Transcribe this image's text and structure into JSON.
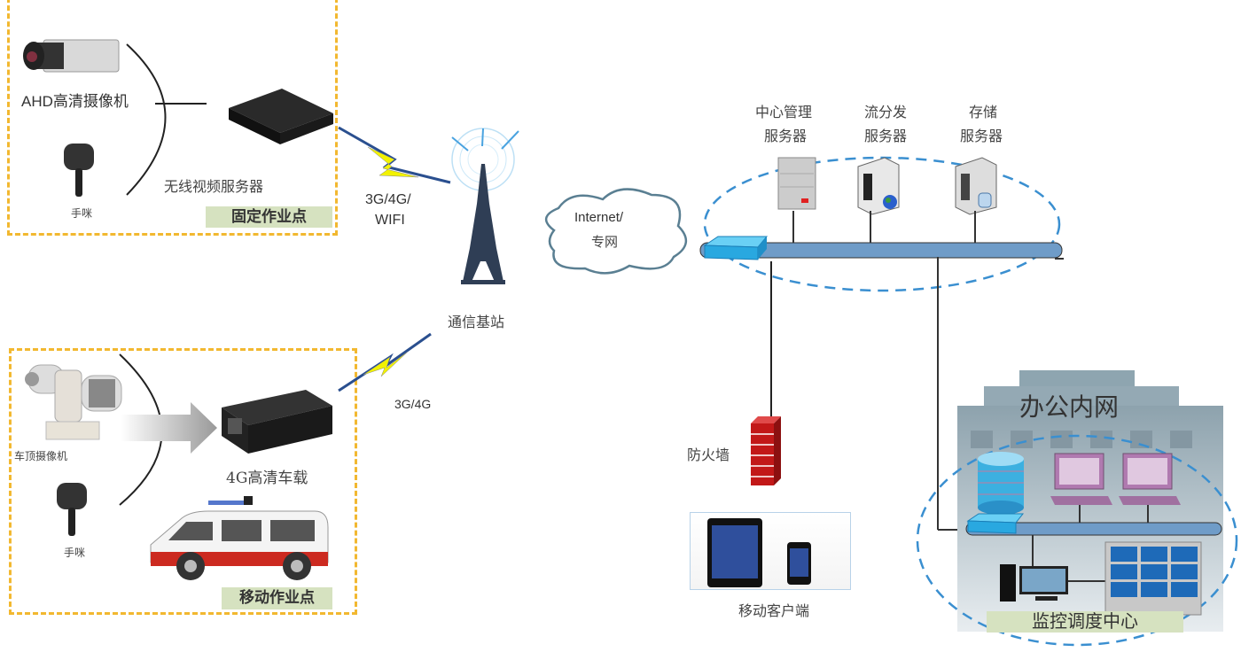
{
  "fixed_site": {
    "zone_label": "固定作业点",
    "camera_label": "AHD高清摄像机",
    "mic_label": "手咪",
    "server_label": "无线视频服务器"
  },
  "mobile_site": {
    "zone_label": "移动作业点",
    "camera_label": "车顶摄像机",
    "mic_label": "手咪",
    "vehicle_unit_label": "4G高清车载"
  },
  "links": {
    "fixed_link_label_line1": "3G/4G/",
    "fixed_link_label_line2": "WIFI",
    "mobile_link_label": "3G/4G"
  },
  "base_station": {
    "label": "通信基站"
  },
  "cloud": {
    "line1": "Internet/",
    "line2": "专网"
  },
  "servers": [
    {
      "line1": "中心管理",
      "line2": "服务器"
    },
    {
      "line1": "流分发",
      "line2": "服务器"
    },
    {
      "line1": "存储",
      "line2": "服务器"
    }
  ],
  "firewall": {
    "label": "防火墙"
  },
  "mobile_client": {
    "label": "移动客户端"
  },
  "office": {
    "title": "办公内网",
    "center_label": "监控调度中心"
  },
  "colors": {
    "zone_border": "#f2b830",
    "tag_bg": "#d6e2c0",
    "bus": "#6f9cc8",
    "switch": "#29a8e0",
    "ellipse": "#3a8fd0",
    "bolt": "#f2f200"
  }
}
